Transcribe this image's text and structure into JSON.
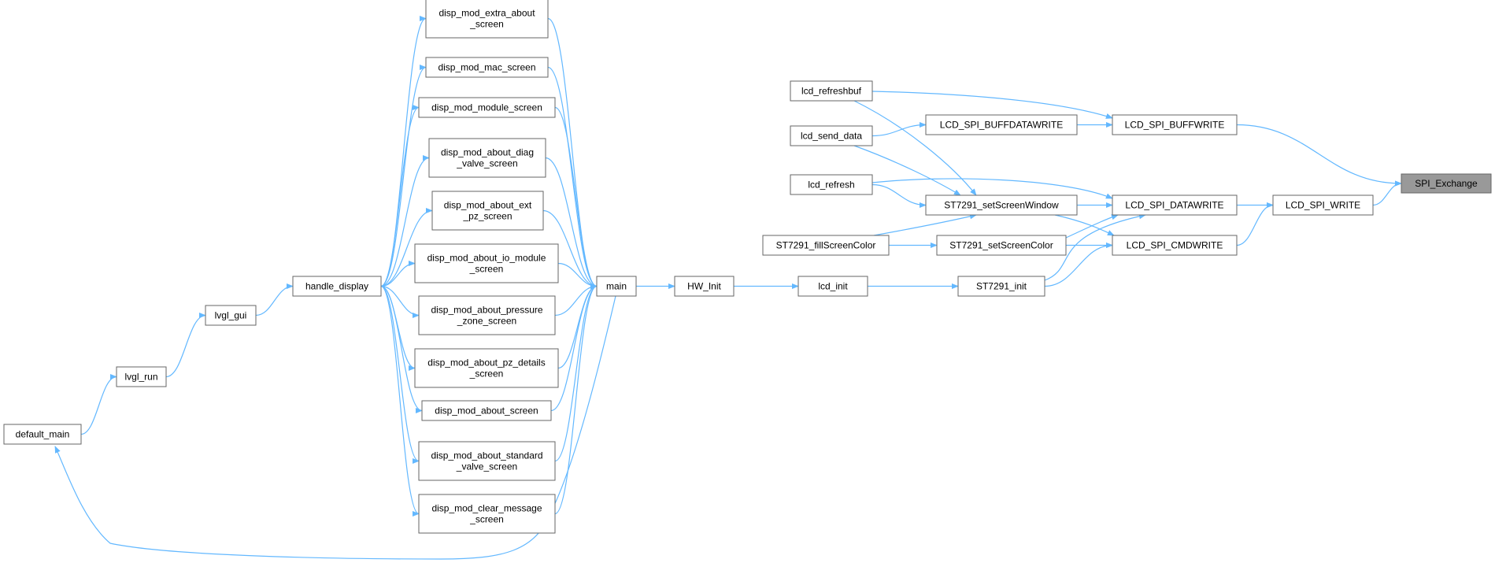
{
  "diagram": {
    "kind": "call-graph",
    "nodes": [
      {
        "id": "spi_exchange",
        "lines": [
          "SPI_Exchange"
        ],
        "highlight": true
      },
      {
        "id": "lcd_spi_buffwrite",
        "lines": [
          "LCD_SPI_BUFFWRITE"
        ]
      },
      {
        "id": "lcd_spi_write",
        "lines": [
          "LCD_SPI_WRITE"
        ]
      },
      {
        "id": "lcd_spi_buffdatawrite",
        "lines": [
          "LCD_SPI_BUFFDATAWRITE"
        ]
      },
      {
        "id": "lcd_spi_datawrite",
        "lines": [
          "LCD_SPI_DATAWRITE"
        ]
      },
      {
        "id": "lcd_spi_cmdwrite",
        "lines": [
          "LCD_SPI_CMDWRITE"
        ]
      },
      {
        "id": "lcd_refreshbuf",
        "lines": [
          "lcd_refreshbuf"
        ]
      },
      {
        "id": "lcd_send_data",
        "lines": [
          "lcd_send_data"
        ]
      },
      {
        "id": "lcd_refresh",
        "lines": [
          "lcd_refresh"
        ]
      },
      {
        "id": "st7291_setscreenwindow",
        "lines": [
          "ST7291_setScreenWindow"
        ]
      },
      {
        "id": "st7291_fillscreencolor",
        "lines": [
          "ST7291_fillScreenColor"
        ]
      },
      {
        "id": "st7291_setscreencolor",
        "lines": [
          "ST7291_setScreenColor"
        ]
      },
      {
        "id": "st7291_init",
        "lines": [
          "ST7291_init"
        ]
      },
      {
        "id": "lcd_init",
        "lines": [
          "lcd_init"
        ]
      },
      {
        "id": "hw_init",
        "lines": [
          "HW_Init"
        ]
      },
      {
        "id": "main",
        "lines": [
          "main"
        ]
      },
      {
        "id": "disp_mod_extra_about_screen",
        "lines": [
          "disp_mod_extra_about",
          "_screen"
        ]
      },
      {
        "id": "disp_mod_mac_screen",
        "lines": [
          "disp_mod_mac_screen"
        ]
      },
      {
        "id": "disp_mod_module_screen",
        "lines": [
          "disp_mod_module_screen"
        ]
      },
      {
        "id": "disp_mod_about_diag_valve_screen",
        "lines": [
          "disp_mod_about_diag",
          "_valve_screen"
        ]
      },
      {
        "id": "disp_mod_about_ext_pz_screen",
        "lines": [
          "disp_mod_about_ext",
          "_pz_screen"
        ]
      },
      {
        "id": "disp_mod_about_io_module_screen",
        "lines": [
          "disp_mod_about_io_module",
          "_screen"
        ]
      },
      {
        "id": "disp_mod_about_pressure_zone_screen",
        "lines": [
          "disp_mod_about_pressure",
          "_zone_screen"
        ]
      },
      {
        "id": "disp_mod_about_pz_details_screen",
        "lines": [
          "disp_mod_about_pz_details",
          "_screen"
        ]
      },
      {
        "id": "disp_mod_about_screen",
        "lines": [
          "disp_mod_about_screen"
        ]
      },
      {
        "id": "disp_mod_about_standard_valve_screen",
        "lines": [
          "disp_mod_about_standard",
          "_valve_screen"
        ]
      },
      {
        "id": "disp_mod_clear_message_screen",
        "lines": [
          "disp_mod_clear_message",
          "_screen"
        ]
      },
      {
        "id": "handle_display",
        "lines": [
          "handle_display"
        ]
      },
      {
        "id": "lvgl_gui",
        "lines": [
          "lvgl_gui"
        ]
      },
      {
        "id": "lvgl_run",
        "lines": [
          "lvgl_run"
        ]
      },
      {
        "id": "default_main",
        "lines": [
          "default_main"
        ]
      }
    ],
    "edges": [
      {
        "from": "lcd_spi_buffwrite",
        "to": "spi_exchange"
      },
      {
        "from": "lcd_spi_write",
        "to": "spi_exchange"
      },
      {
        "from": "lcd_spi_buffdatawrite",
        "to": "lcd_spi_buffwrite"
      },
      {
        "from": "lcd_refreshbuf",
        "to": "lcd_spi_buffwrite"
      },
      {
        "from": "lcd_spi_datawrite",
        "to": "lcd_spi_write"
      },
      {
        "from": "lcd_spi_cmdwrite",
        "to": "lcd_spi_write"
      },
      {
        "from": "lcd_send_data",
        "to": "lcd_spi_buffdatawrite"
      },
      {
        "from": "lcd_refresh",
        "to": "lcd_spi_datawrite"
      },
      {
        "from": "st7291_setscreenwindow",
        "to": "lcd_spi_datawrite"
      },
      {
        "from": "st7291_setscreencolor",
        "to": "lcd_spi_datawrite"
      },
      {
        "from": "st7291_init",
        "to": "lcd_spi_datawrite"
      },
      {
        "from": "st7291_setscreenwindow",
        "to": "lcd_spi_cmdwrite"
      },
      {
        "from": "st7291_setscreencolor",
        "to": "lcd_spi_cmdwrite"
      },
      {
        "from": "st7291_init",
        "to": "lcd_spi_cmdwrite"
      },
      {
        "from": "lcd_refreshbuf",
        "to": "st7291_setscreenwindow"
      },
      {
        "from": "lcd_send_data",
        "to": "st7291_setscreenwindow"
      },
      {
        "from": "lcd_refresh",
        "to": "st7291_setscreenwindow"
      },
      {
        "from": "st7291_fillscreencolor",
        "to": "st7291_setscreenwindow"
      },
      {
        "from": "st7291_fillscreencolor",
        "to": "st7291_setscreencolor"
      },
      {
        "from": "lcd_init",
        "to": "st7291_init"
      },
      {
        "from": "hw_init",
        "to": "lcd_init"
      },
      {
        "from": "main",
        "to": "hw_init"
      },
      {
        "from": "disp_mod_extra_about_screen",
        "to": "main"
      },
      {
        "from": "disp_mod_mac_screen",
        "to": "main"
      },
      {
        "from": "disp_mod_module_screen",
        "to": "main"
      },
      {
        "from": "disp_mod_about_diag_valve_screen",
        "to": "main"
      },
      {
        "from": "disp_mod_about_ext_pz_screen",
        "to": "main"
      },
      {
        "from": "disp_mod_about_io_module_screen",
        "to": "main"
      },
      {
        "from": "disp_mod_about_pressure_zone_screen",
        "to": "main"
      },
      {
        "from": "disp_mod_about_pz_details_screen",
        "to": "main"
      },
      {
        "from": "disp_mod_about_screen",
        "to": "main"
      },
      {
        "from": "disp_mod_about_standard_valve_screen",
        "to": "main"
      },
      {
        "from": "disp_mod_clear_message_screen",
        "to": "main"
      },
      {
        "from": "handle_display",
        "to": "disp_mod_extra_about_screen"
      },
      {
        "from": "handle_display",
        "to": "disp_mod_mac_screen"
      },
      {
        "from": "handle_display",
        "to": "disp_mod_module_screen"
      },
      {
        "from": "handle_display",
        "to": "disp_mod_about_diag_valve_screen"
      },
      {
        "from": "handle_display",
        "to": "disp_mod_about_ext_pz_screen"
      },
      {
        "from": "handle_display",
        "to": "disp_mod_about_io_module_screen"
      },
      {
        "from": "handle_display",
        "to": "disp_mod_about_pressure_zone_screen"
      },
      {
        "from": "handle_display",
        "to": "disp_mod_about_pz_details_screen"
      },
      {
        "from": "handle_display",
        "to": "disp_mod_about_screen"
      },
      {
        "from": "handle_display",
        "to": "disp_mod_about_standard_valve_screen"
      },
      {
        "from": "handle_display",
        "to": "disp_mod_clear_message_screen"
      },
      {
        "from": "lvgl_gui",
        "to": "handle_display"
      },
      {
        "from": "lvgl_run",
        "to": "lvgl_gui"
      },
      {
        "from": "default_main",
        "to": "lvgl_run"
      },
      {
        "from": "main",
        "to": "default_main"
      }
    ],
    "colors": {
      "edge": "#63b8ff",
      "node_border": "#666666",
      "node_fill": "#ffffff",
      "highlight_fill": "#999999",
      "text": "#000000"
    }
  }
}
